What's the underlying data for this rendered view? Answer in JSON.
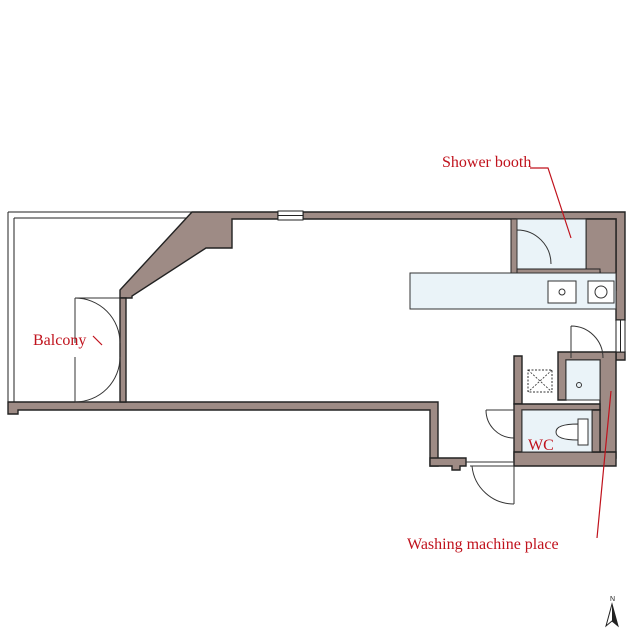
{
  "labels": {
    "shower_booth": "Shower booth",
    "balcony": "Balcony",
    "wc": "WC",
    "washing_machine_place": "Washing machine place"
  },
  "compass": {
    "letter": "N"
  },
  "colors": {
    "wall_fill": "#9e8b85",
    "fixture_fill": "#eaf3f8",
    "label_color": "#c0121c"
  }
}
